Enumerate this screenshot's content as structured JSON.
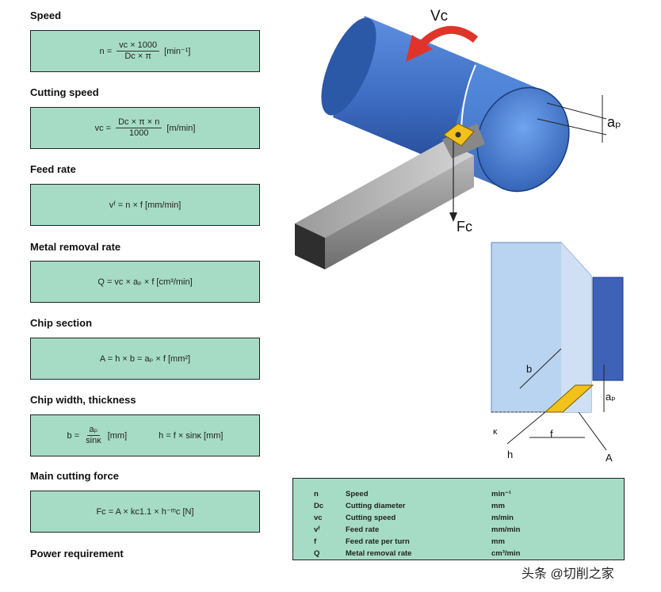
{
  "formulas": [
    {
      "title": "Speed",
      "lhs": "n =",
      "num": "vᴄ × 1000",
      "den": "Dᴄ × π",
      "unit": "[min⁻¹]"
    },
    {
      "title": "Cutting speed",
      "lhs": "vᴄ =",
      "num": "Dᴄ × π × n",
      "den": "1000",
      "unit": "[m/min]"
    },
    {
      "title": "Feed rate",
      "expr": "vᶠ = n × f  [mm/min]"
    },
    {
      "title": "Metal removal rate",
      "expr": "Q = vᴄ × aₚ × f  [cm³/min]"
    },
    {
      "title": "Chip section",
      "expr": "A = h × b = aₚ × f  [mm²]"
    },
    {
      "title": "Chip width, thickness",
      "lhs": "b =",
      "num": "aₚ",
      "den": "sinκ",
      "unit": "[mm]",
      "expr2": "h = f × sinκ  [mm]"
    },
    {
      "title": "Main cutting force",
      "expr": "Fᴄ = A × kᴄ1.1 × h⁻ᵐᴄ  [N]"
    },
    {
      "title": "Power requirement"
    }
  ],
  "diagram_labels": {
    "vc": "Vᴄ",
    "ap": "aₚ",
    "fc": "Fᴄ",
    "b": "b",
    "ap2": "aₚ",
    "kappa": "κ",
    "h": "h",
    "f": "f",
    "A": "A"
  },
  "legend": [
    {
      "sym": "n",
      "name": "Speed",
      "unit": "min⁻¹"
    },
    {
      "sym": "Dᴄ",
      "name": "Cutting diameter",
      "unit": "mm"
    },
    {
      "sym": "vᴄ",
      "name": "Cutting speed",
      "unit": "m/min"
    },
    {
      "sym": "vᶠ",
      "name": "Feed rate",
      "unit": "mm/min"
    },
    {
      "sym": "f",
      "name": "Feed rate per turn",
      "unit": "mm"
    },
    {
      "sym": "Q",
      "name": "Metal removal rate",
      "unit": "cm³/min"
    }
  ],
  "watermark": "头条 @切削之家",
  "colors": {
    "box": "#a6dcc6",
    "cylinder": "#3f72c8",
    "arrow": "#e0342a",
    "insert": "#f2c21a",
    "plate": "#b9d4f0",
    "plate_dark": "#3e62b8"
  }
}
